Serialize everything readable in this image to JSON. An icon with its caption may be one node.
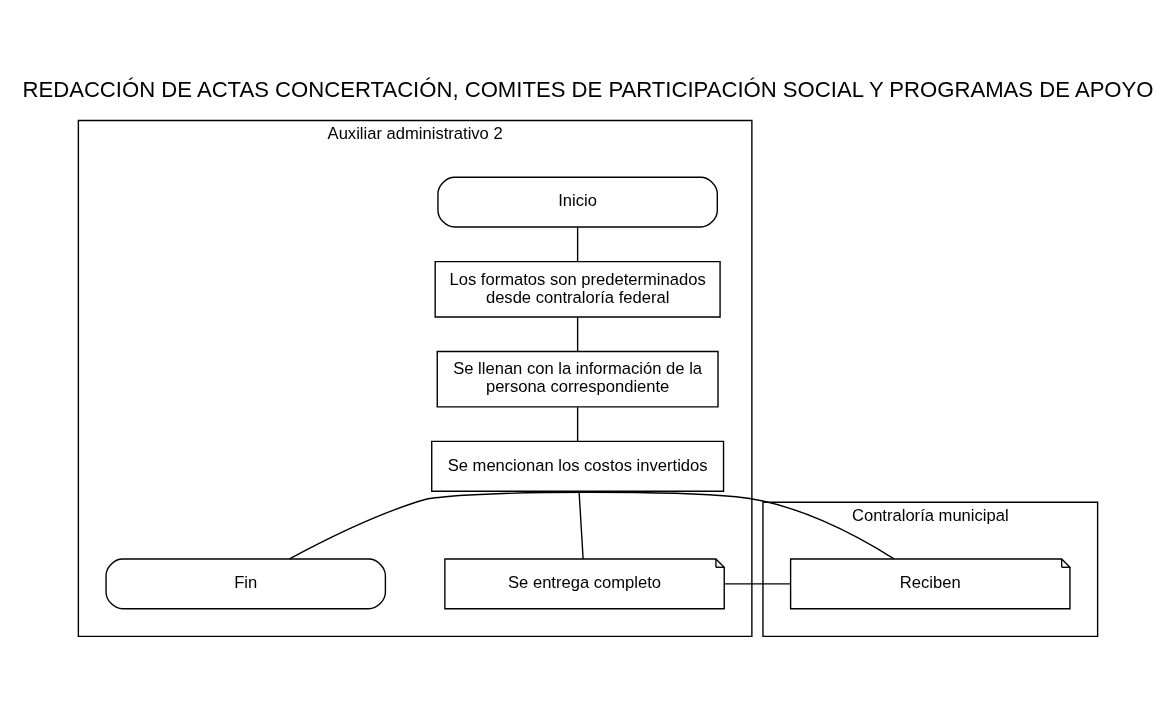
{
  "diagram": {
    "title": "REDACCIÓN DE ACTAS CONCERTACIÓN, COMITES DE PARTICIPACIÓN SOCIAL Y PROGRAMAS DE APOYO",
    "nodes": [
      {
        "text": [
          "Auxiliar administrativo 2"
        ]
      },
      {
        "text": [
          "Contraloría municipal"
        ]
      },
      {
        "text": [
          "Inicio"
        ],
        "in": 0
      },
      {
        "text": [
          "Los formatos son predeterminados desde contraloría federal"
        ],
        "in": 0
      },
      {
        "text": [
          "Se llenan con la información de la persona correspondiente"
        ],
        "in": 0
      },
      {
        "text": [
          "Se mencionan los costos invertidos"
        ],
        "in": 0
      },
      {
        "text": [
          "Se entrega completo"
        ],
        "in": 0
      },
      {
        "text": [
          "Reciben"
        ],
        "in": 1
      },
      {
        "text": [
          "Fin"
        ],
        "in": 0
      }
    ],
    "edges": [
      {
        "from": 2,
        "to": 3,
        "arrow": "none"
      },
      {
        "from": 3,
        "to": 4,
        "arrow": "none"
      },
      {
        "from": 4,
        "to": 5,
        "arrow": "none"
      },
      {
        "from": 5,
        "to": 6,
        "arrow": "none"
      },
      {
        "from": 6,
        "to": 7,
        "arrow": "none"
      },
      {
        "from": 7,
        "to": 8,
        "arrow": "none"
      }
    ]
  }
}
